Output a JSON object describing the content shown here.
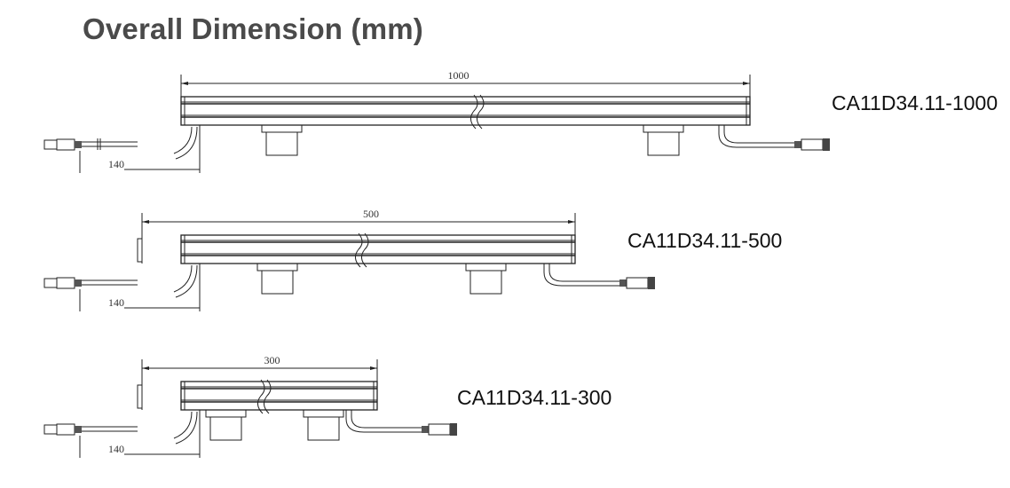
{
  "title": "Overall Dimension (mm)",
  "drawings": [
    {
      "model": "CA11D34.11-1000",
      "length_label": "1000",
      "cable_label": "140"
    },
    {
      "model": "CA11D34.11-500",
      "length_label": "500",
      "cable_label": "140"
    },
    {
      "model": "CA11D34.11-300",
      "length_label": "300",
      "cable_label": "140"
    }
  ]
}
